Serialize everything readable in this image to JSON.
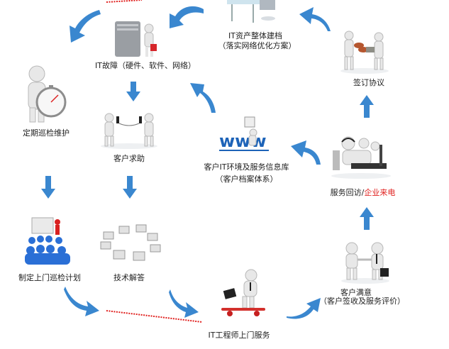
{
  "diagram": {
    "title": "IT运维服务流程",
    "colors": {
      "arrow": "#3a87cf",
      "dotted_line": "#e0201e",
      "highlight_text": "#e0201e",
      "text": "#222222"
    },
    "nodes": {
      "it_fault": {
        "label": "IT故障（硬件、软件、网络）",
        "icon": "server-technician-icon"
      },
      "asset_archive": {
        "line1": "IT资产整体建档",
        "line2": "（落实网络优化方案）",
        "icon": "office-desk-icon"
      },
      "sign_agreement": {
        "label": "签订协议",
        "icon": "handover-agreement-icon"
      },
      "regular_inspection": {
        "label": "定期巡检维护",
        "icon": "stopwatch-figure-icon"
      },
      "customer_help": {
        "label": "客户求助",
        "icon": "phone-call-icon"
      },
      "customer_info_db": {
        "line1": "客户IT环境及服务信息库",
        "line2": "（客户档案体系）",
        "icon": "www-figure-icon"
      },
      "service_callback": {
        "label_part1": "服务回访/",
        "label_part2": "企业来电",
        "icon": "call-center-icon"
      },
      "onsite_plan": {
        "label": "制定上门巡检计划",
        "icon": "presentation-crowd-icon"
      },
      "tech_answer": {
        "label": "技术解答",
        "icon": "workstations-circle-icon"
      },
      "customer_satisfied": {
        "line1": "客户满意",
        "line2": "（客户签收及服务评价）",
        "icon": "handshake-icon"
      },
      "engineer_onsite": {
        "label": "IT工程师上门服务",
        "icon": "skateboard-engineer-icon"
      }
    }
  }
}
